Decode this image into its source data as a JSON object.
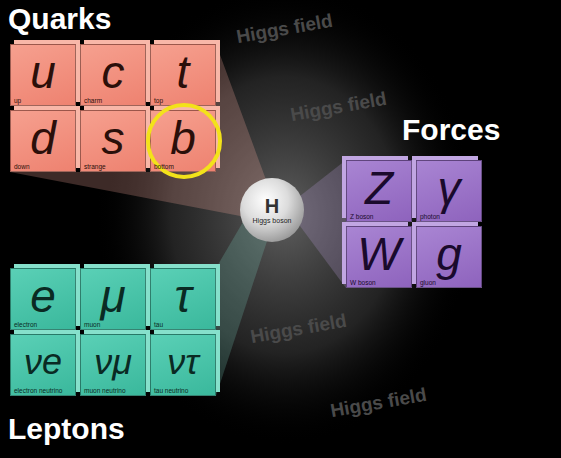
{
  "diagram": {
    "nodes": [
      {
        "text": [
          "u",
          "up"
        ]
      },
      {
        "text": [
          "c",
          "charm"
        ]
      },
      {
        "text": [
          "t",
          "top"
        ]
      },
      {
        "text": [
          "d",
          "down"
        ]
      },
      {
        "text": [
          "s",
          "strange"
        ]
      },
      {
        "text": [
          "b",
          "bottom"
        ]
      },
      {
        "text": [
          "H",
          "Higgs boson"
        ]
      },
      {
        "text": [
          "Z",
          "Z boson"
        ]
      },
      {
        "text": [
          "γ",
          "photon"
        ]
      },
      {
        "text": [
          "W",
          "W boson"
        ]
      },
      {
        "text": [
          "g",
          "gluon"
        ]
      },
      {
        "text": [
          "e",
          "electron"
        ]
      },
      {
        "text": [
          "μ",
          "muon"
        ]
      },
      {
        "text": [
          "τ",
          "tau"
        ]
      },
      {
        "text": [
          "νe",
          "electron neutrino"
        ]
      },
      {
        "text": [
          "νμ",
          "muon neutrino"
        ]
      },
      {
        "text": [
          "ντ",
          "tau neutrino"
        ]
      }
    ],
    "labels": [
      "Quarks",
      "Forces",
      "Leptons",
      "Higgs field",
      "Higgs field",
      "Higgs field",
      "Higgs field"
    ]
  }
}
